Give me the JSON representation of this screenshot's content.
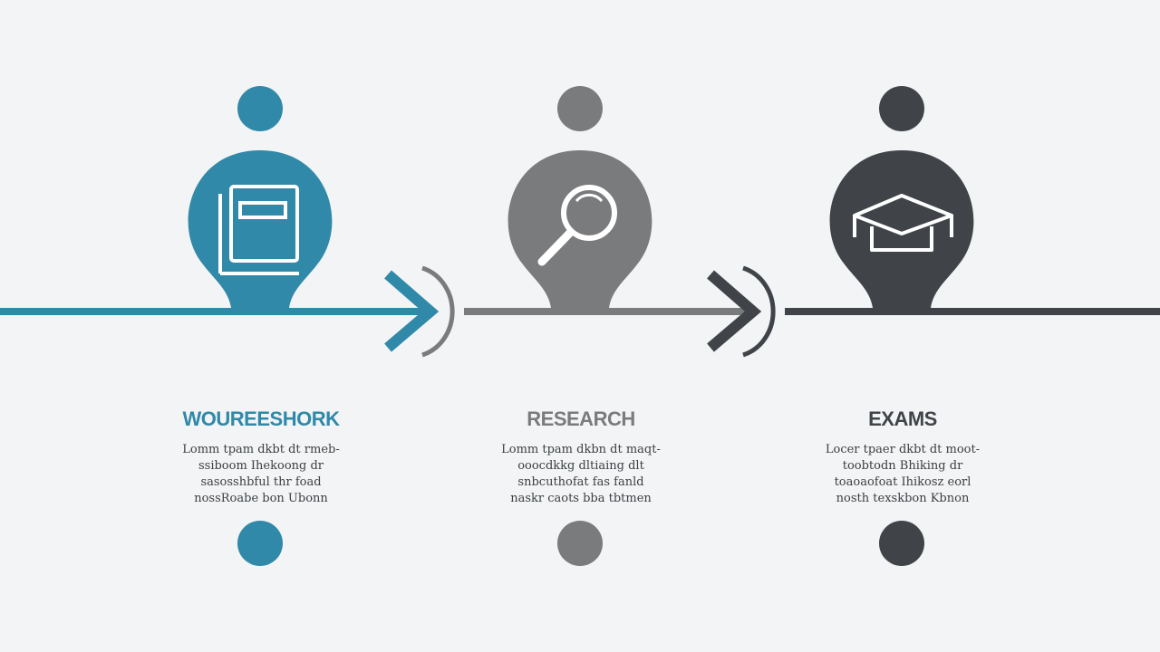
{
  "colors": {
    "stage1": "#3089a8",
    "stage2": "#7a7b7d",
    "stage3": "#404449",
    "background": "#f3f4f5"
  },
  "stages": [
    {
      "title": "WOUREESHORK",
      "icon": "book-icon",
      "body": [
        "Lomm tpam dkbt dt rmeb-",
        "ssiboom Ihekoong dr",
        "sasosshbful thr foad",
        "nossRoabe bon Ubonn"
      ]
    },
    {
      "title": "RESEARCH",
      "icon": "magnifying-glass-icon",
      "body": [
        "Lomm tpam dkbn dt maqt-",
        "ooocdkkg dltiaing dlt",
        "snbcuthofat fas fanld",
        "naskr caots bba tbtmen"
      ]
    },
    {
      "title": "EXAMS",
      "icon": "graduation-cap-icon",
      "body": [
        "Locer tpaer dkbt dt moot-",
        "toobtodn Bhiking dr",
        "toaoaofoat Ihikosz eorl",
        "nosth texskbon Kbnon"
      ]
    }
  ]
}
